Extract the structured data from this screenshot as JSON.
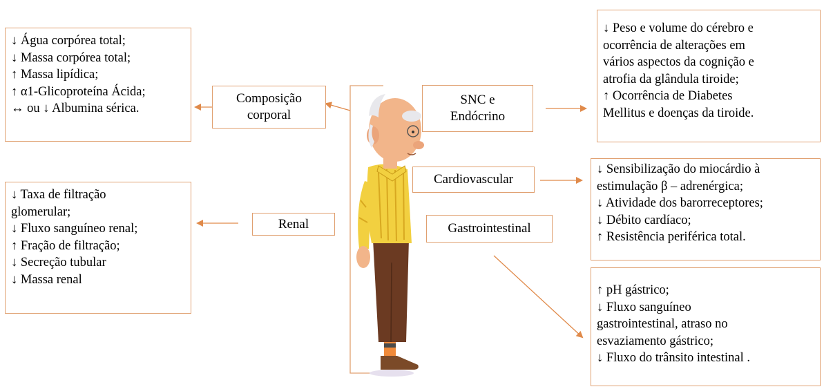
{
  "labels": {
    "composicao": "Composição corporal",
    "snc": "SNC e Endócrino",
    "cardio": "Cardiovascular",
    "renal": "Renal",
    "gastro": "Gastrointestinal"
  },
  "boxes": {
    "composicao": [
      "↓ Água corpórea total;",
      "↓ Massa corpórea total;",
      "↑ Massa lipídica;",
      "↑ α1-Glicoproteína Ácida;",
      "↔ ou ↓ Albumina sérica."
    ],
    "renal": [
      "↓ Taxa de filtração",
      "glomerular;",
      "↓ Fluxo sanguíneo renal;",
      "↑ Fração de filtração;",
      "↓ Secreção tubular",
      "↓ Massa renal"
    ],
    "snc": [
      "↓ Peso e volume do cérebro e",
      "ocorrência de alterações em",
      "vários aspectos da cognição e",
      "atrofia da glândula tiroide;",
      "↑ Ocorrência de Diabetes",
      "Mellitus e doenças da tiroide."
    ],
    "cardio": [
      "↓ Sensibilização do miocárdio à",
      "estimulação β – adrenérgica;",
      "↓ Atividade dos barorreceptores;",
      "↓ Débito cardíaco;",
      "↑ Resistência periférica total."
    ],
    "gastro": [
      "↑ pH gástrico;",
      "↓ Fluxo sanguíneo",
      "gastrointestinal, atraso no",
      "esvaziamento gástrico;",
      "↓ Fluxo do trânsito intestinal ."
    ]
  },
  "colors": {
    "accent": "#e08a4a",
    "skin": "#f2b58a",
    "shirt": "#f2d040",
    "pants": "#6b3a22"
  }
}
